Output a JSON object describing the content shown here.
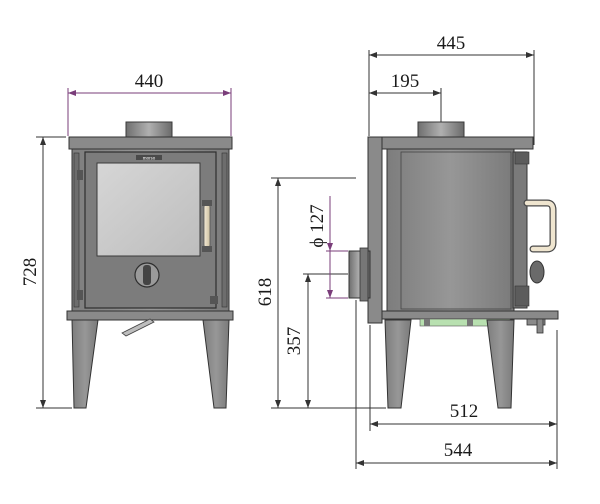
{
  "drawing": {
    "front_view": {
      "width_label": "440",
      "height_label": "728",
      "brand_plate": "morso"
    },
    "side_view": {
      "depth_label": "445",
      "flue_offset_label": "195",
      "flue_height_label": "618",
      "flue_diameter_label": "ϕ 127",
      "outlet_height_label": "357",
      "leg_span_label": "512",
      "total_depth_label": "544"
    },
    "colors": {
      "stove_body": "#8c8c8c",
      "stove_dark": "#5a5a5a",
      "glass": "#c9c9c9",
      "handle": "#e8dcc4",
      "accent_purple": "#7a3d7a",
      "ash_green": "#b8e0b0"
    }
  }
}
